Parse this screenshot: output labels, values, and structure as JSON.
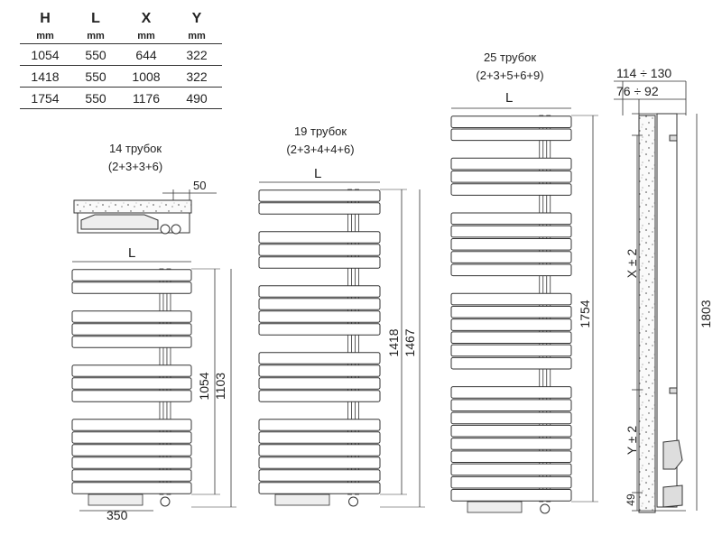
{
  "specs_table": {
    "headers": [
      "H",
      "L",
      "X",
      "Y"
    ],
    "units": [
      "mm",
      "mm",
      "mm",
      "mm"
    ],
    "rows": [
      [
        "1054",
        "550",
        "644",
        "322"
      ],
      [
        "1418",
        "550",
        "1008",
        "322"
      ],
      [
        "1754",
        "550",
        "1176",
        "490"
      ]
    ]
  },
  "models": [
    {
      "tubes_label": "14 трубок",
      "formula": "(2+3+3+6)",
      "width_label": "L",
      "height_dims": [
        "1054",
        "1103"
      ],
      "groups": [
        2,
        3,
        3,
        6
      ]
    },
    {
      "tubes_label": "19 трубок",
      "formula": "(2+3+4+4+6)",
      "width_label": "L",
      "height_dims": [
        "1418",
        "1467"
      ],
      "groups": [
        2,
        3,
        4,
        4,
        6
      ]
    },
    {
      "tubes_label": "25 трубок",
      "formula": "(2+3+5+6+9)",
      "width_label": "L",
      "height_dims": [
        "1754"
      ],
      "groups": [
        2,
        3,
        5,
        6,
        9
      ]
    }
  ],
  "top_view": {
    "depth_dim": "50"
  },
  "base_dim": "350",
  "side_view": {
    "depth_outer": "114 ÷ 130",
    "depth_inner": "76 ÷ 92",
    "x_dim": "X ± 2",
    "y_dim": "Y ± 2",
    "bottom_dim": "49",
    "total_dim": "1803"
  }
}
